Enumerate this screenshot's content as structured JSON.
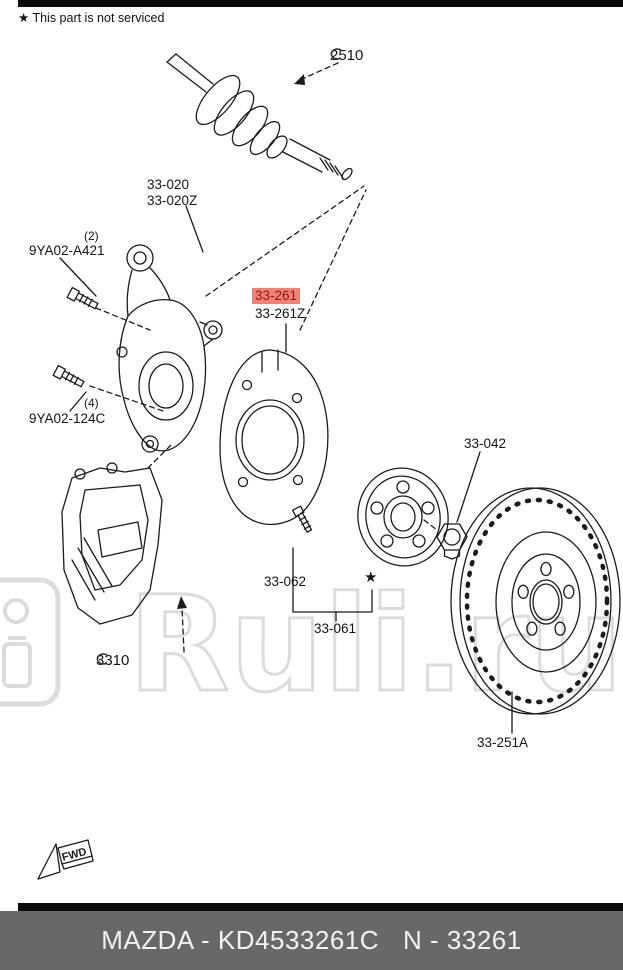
{
  "note": {
    "text": "★ This part is not serviced"
  },
  "watermark": {
    "text": "Ruli.ru"
  },
  "fwd": {
    "label": "FWD"
  },
  "footer": {
    "left": "MAZDA - KD4533261C",
    "right": "N - 33261",
    "bg": "#686868"
  },
  "diagram": {
    "labels": {
      "axle_clip": "2510",
      "knuckle": "33-020",
      "knuckle_z": "33-020Z",
      "bolt_upper_qty": "(2)",
      "bolt_upper": "9YA02-A421",
      "bolt_lower_qty": "(4)",
      "bolt_lower": "9YA02-124C",
      "shield_highlight": "33-261",
      "shield_z": "33-261Z",
      "nut": "33-042",
      "hub_bolt": "33-062",
      "hub_star": "★",
      "hub": "33-061",
      "caliper_clip": "3310",
      "rotor": "33-251A"
    },
    "colors": {
      "highlight_bg": "#f48178",
      "highlight_text": "#8f1710",
      "line": "#1b1b1b",
      "watermark": "#dedede"
    }
  }
}
